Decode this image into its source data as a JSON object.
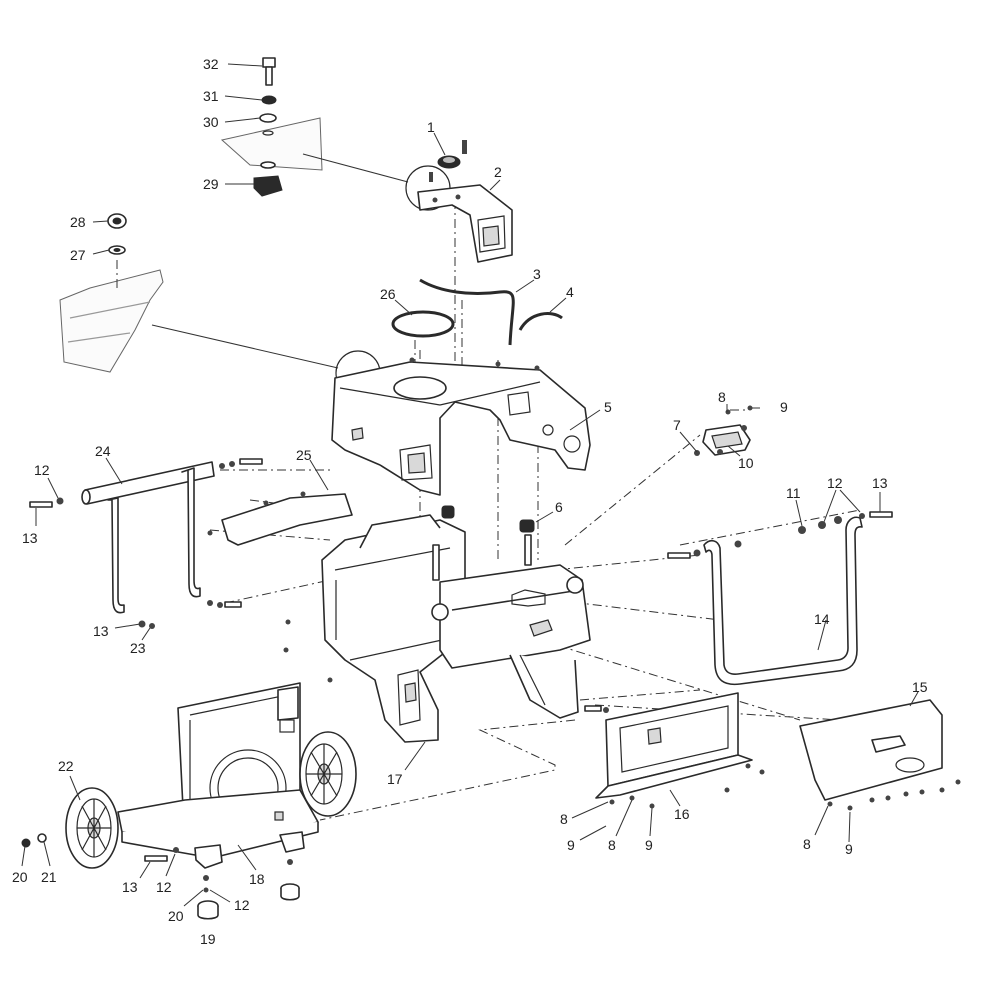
{
  "callouts": [
    {
      "id": "c32",
      "text": "32"
    },
    {
      "id": "c31",
      "text": "31"
    },
    {
      "id": "c30",
      "text": "30"
    },
    {
      "id": "c29",
      "text": "29"
    },
    {
      "id": "c28",
      "text": "28"
    },
    {
      "id": "c27",
      "text": "27"
    },
    {
      "id": "c1",
      "text": "1"
    },
    {
      "id": "c2",
      "text": "2"
    },
    {
      "id": "c3",
      "text": "3"
    },
    {
      "id": "c4",
      "text": "4"
    },
    {
      "id": "c26",
      "text": "26"
    },
    {
      "id": "c5",
      "text": "5"
    },
    {
      "id": "c8a",
      "text": "8"
    },
    {
      "id": "c9a",
      "text": "9"
    },
    {
      "id": "c7",
      "text": "7"
    },
    {
      "id": "c10",
      "text": "10"
    },
    {
      "id": "c24",
      "text": "24"
    },
    {
      "id": "c25",
      "text": "25"
    },
    {
      "id": "c12a",
      "text": "12"
    },
    {
      "id": "c13a",
      "text": "13"
    },
    {
      "id": "c6",
      "text": "6"
    },
    {
      "id": "c11",
      "text": "11"
    },
    {
      "id": "c12b",
      "text": "12"
    },
    {
      "id": "c13b",
      "text": "13"
    },
    {
      "id": "c13c",
      "text": "13"
    },
    {
      "id": "c23",
      "text": "23"
    },
    {
      "id": "c14",
      "text": "14"
    },
    {
      "id": "c15",
      "text": "15"
    },
    {
      "id": "c17",
      "text": "17"
    },
    {
      "id": "c22",
      "text": "22"
    },
    {
      "id": "c16",
      "text": "16"
    },
    {
      "id": "c8b",
      "text": "8"
    },
    {
      "id": "c9b",
      "text": "9"
    },
    {
      "id": "c8c",
      "text": "8"
    },
    {
      "id": "c9c",
      "text": "9"
    },
    {
      "id": "c8d",
      "text": "8"
    },
    {
      "id": "c9d",
      "text": "9"
    },
    {
      "id": "c20a",
      "text": "20"
    },
    {
      "id": "c21",
      "text": "21"
    },
    {
      "id": "c13d",
      "text": "13"
    },
    {
      "id": "c12c",
      "text": "12"
    },
    {
      "id": "c18",
      "text": "18"
    },
    {
      "id": "c20b",
      "text": "20"
    },
    {
      "id": "c12d",
      "text": "12"
    },
    {
      "id": "c19",
      "text": "19"
    }
  ]
}
